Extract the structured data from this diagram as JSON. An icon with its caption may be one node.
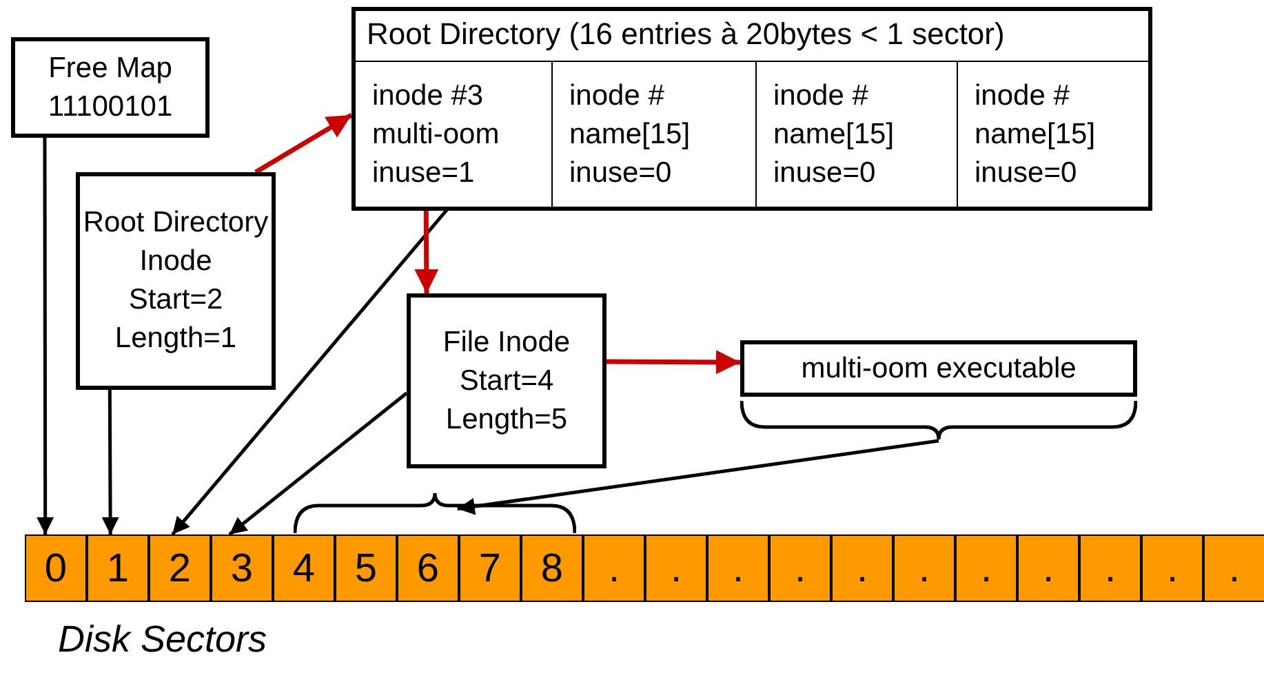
{
  "diagram": {
    "nodes": [
      {
        "text": [
          "Free Map",
          "11100101"
        ]
      },
      {
        "text": [
          "Root Directory Inode",
          "Start=2",
          "Length=1"
        ]
      },
      {
        "text": [
          "Root Directory (16 entries à 20bytes < 1 sector)"
        ]
      },
      {
        "text": [
          "inode #3",
          "multi-oom",
          "inuse=1"
        ],
        "in": 2
      },
      {
        "text": [
          "inode #",
          "name[15]",
          "inuse=0"
        ],
        "in": 2
      },
      {
        "text": [
          "inode #",
          "name[15]",
          "inuse=0"
        ],
        "in": 2
      },
      {
        "text": [
          "inode #",
          "name[15]",
          "inuse=0"
        ],
        "in": 2
      },
      {
        "text": [
          "File Inode",
          "Start=4",
          "Length=5"
        ]
      },
      {
        "text": [
          "multi-oom executable"
        ]
      },
      {
        "text": [],
        "shape": "brace"
      },
      {
        "text": [],
        "shape": "brace"
      },
      {
        "text": [
          "0"
        ]
      },
      {
        "text": [
          "1"
        ]
      },
      {
        "text": [
          "2"
        ]
      },
      {
        "text": [
          "3"
        ]
      },
      {
        "text": [
          "4"
        ]
      },
      {
        "text": [
          "5"
        ]
      },
      {
        "text": [
          "6"
        ]
      },
      {
        "text": [
          "7"
        ]
      },
      {
        "text": [
          "8"
        ]
      },
      {
        "text": [
          "."
        ]
      },
      {
        "text": [
          "."
        ]
      },
      {
        "text": [
          "."
        ]
      },
      {
        "text": [
          "."
        ]
      },
      {
        "text": [
          "."
        ]
      },
      {
        "text": [
          "."
        ]
      },
      {
        "text": [
          "."
        ]
      },
      {
        "text": [
          "."
        ]
      },
      {
        "text": [
          "."
        ]
      },
      {
        "text": [
          "."
        ]
      },
      {
        "text": [
          "."
        ]
      }
    ],
    "edges": [
      {
        "from": 0,
        "to": 11,
        "arrow": "to"
      },
      {
        "from": 1,
        "to": 12,
        "arrow": "to"
      },
      {
        "from": 3,
        "to": 13,
        "arrow": "to"
      },
      {
        "from": 7,
        "to": 14,
        "arrow": "to"
      },
      {
        "from": 1,
        "to": 2,
        "arrow": "to",
        "color": "#cc0000"
      },
      {
        "from": 3,
        "to": 7,
        "arrow": "to",
        "color": "#cc0000"
      },
      {
        "from": 7,
        "to": 8,
        "arrow": "to",
        "color": "#cc0000"
      },
      {
        "from": 9,
        "to": 10,
        "arrow": "to"
      }
    ],
    "labels": [
      "Disk Sectors"
    ]
  }
}
